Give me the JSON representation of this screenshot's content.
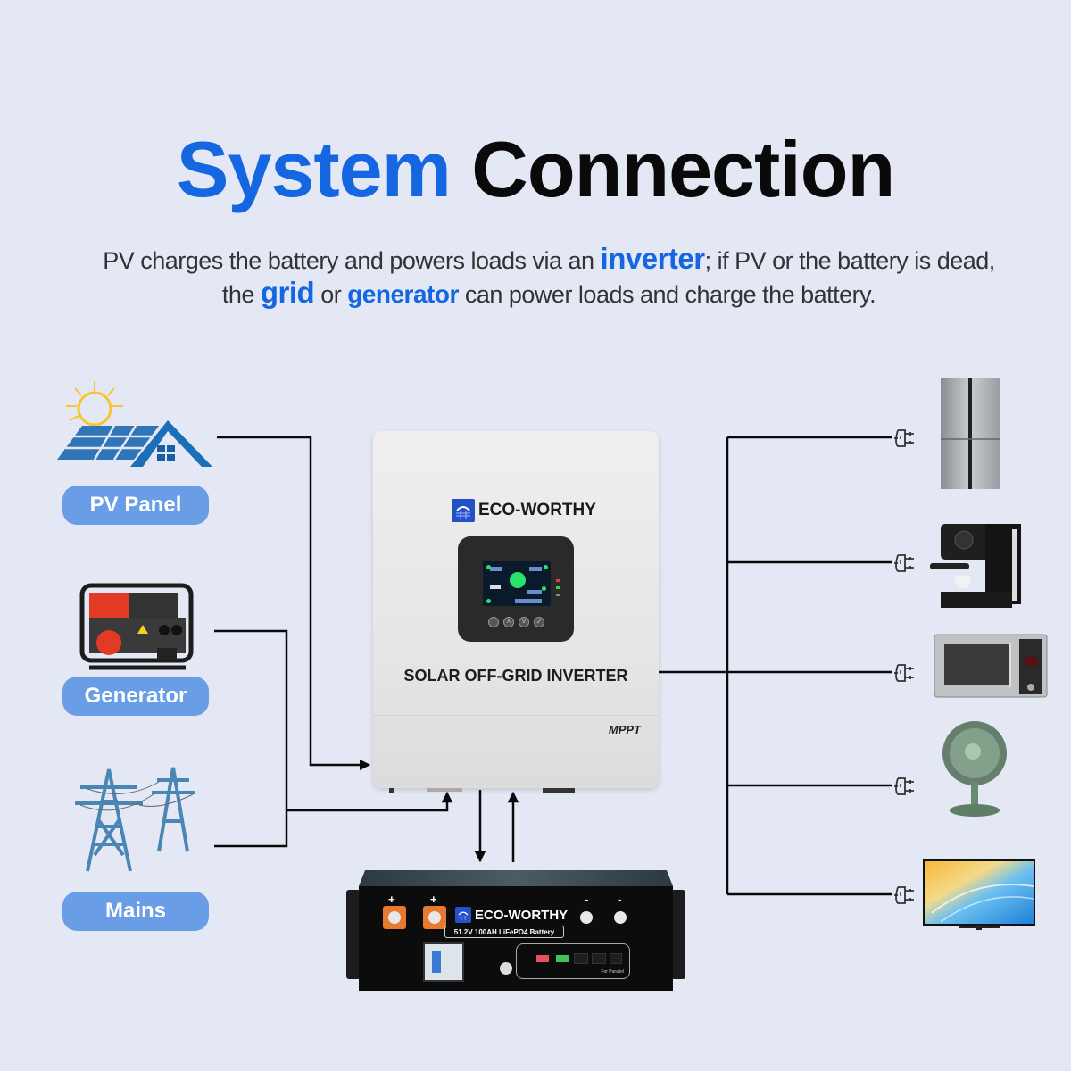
{
  "header": {
    "title_accent": "System",
    "title_rest": "Connection",
    "subtitle": {
      "line1_pre": "PV charges the battery and powers loads via an ",
      "line1_hl": "inverter",
      "line1_post": ";  if PV or the battery is dead,",
      "line2_pre": "the ",
      "line2_hl1": "grid",
      "line2_mid": " or ",
      "line2_hl2": "generator",
      "line2_post": " can power loads and charge the battery."
    }
  },
  "colors": {
    "background": "#e4e8f4",
    "accent_blue": "#1467e0",
    "pill_blue": "#699ee6",
    "wire": "#0a0a0a"
  },
  "sources": [
    {
      "label": "PV Panel",
      "icon": "solar-panel-house-icon"
    },
    {
      "label": "Generator",
      "icon": "generator-icon"
    },
    {
      "label": "Mains",
      "icon": "power-tower-icon"
    }
  ],
  "inverter": {
    "brand": "ECO-WORTHY",
    "label": "SOLAR OFF-GRID INVERTER",
    "badge": "MPPT"
  },
  "battery": {
    "brand": "ECO-WORTHY",
    "spec": "51.2V 100AH LiFePO4 Battery",
    "positive_sign": "+",
    "negative_sign": "-",
    "parallel_label": "For Parallel"
  },
  "loads": [
    {
      "name": "refrigerator",
      "icon": "refrigerator-icon"
    },
    {
      "name": "coffee machine",
      "icon": "coffee-machine-icon"
    },
    {
      "name": "microwave",
      "icon": "microwave-icon"
    },
    {
      "name": "fan",
      "icon": "fan-icon"
    },
    {
      "name": "television",
      "icon": "tv-icon"
    }
  ]
}
